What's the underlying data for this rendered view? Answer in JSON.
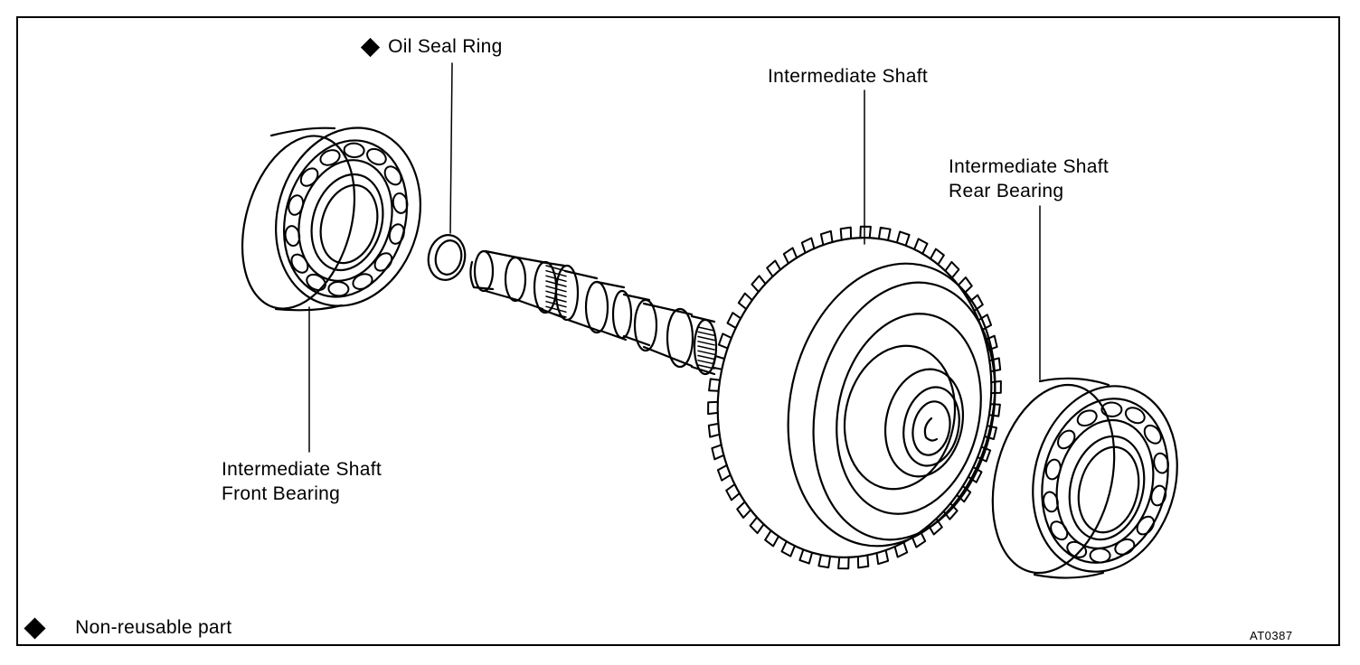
{
  "labels": {
    "oil_seal_ring": "Oil Seal Ring",
    "intermediate_shaft": "Intermediate Shaft",
    "rear_bearing_line1": "Intermediate Shaft",
    "rear_bearing_line2": "Rear Bearing",
    "front_bearing_line1": "Intermediate Shaft",
    "front_bearing_line2": "Front Bearing"
  },
  "legend": {
    "text": "Non-reusable part",
    "icon": "black-diamond-icon"
  },
  "figure_code": "AT0387",
  "colors": {
    "ink": "#000000",
    "paper": "#ffffff"
  }
}
